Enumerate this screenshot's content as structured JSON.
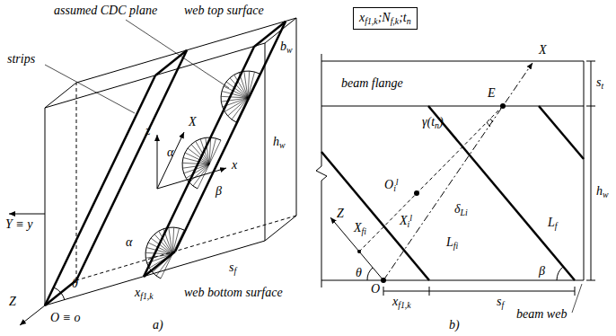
{
  "diagram": {
    "nodes": [
      {
        "text": [
          "xf1,k;Nf,k;tn"
        ]
      }
    ],
    "labels": [
      "assumed CDC plane",
      "web top surface",
      "bw",
      "strips",
      "X",
      "hw",
      "z",
      "α",
      "x",
      "β",
      "α",
      "θ",
      "sf",
      "xf1,k",
      "Y ≡ y",
      "Z",
      "O ≡ o",
      "web bottom surface",
      "a)",
      "beam flange",
      "st",
      "E",
      "X",
      "γ(tn)",
      "hw",
      "Z",
      "Xfi",
      "δLi",
      "Lf",
      "Oil",
      "Lfi",
      "θ",
      "Xil",
      "β",
      "O",
      "xf1,k",
      "sf",
      "beam web",
      "b)"
    ]
  }
}
